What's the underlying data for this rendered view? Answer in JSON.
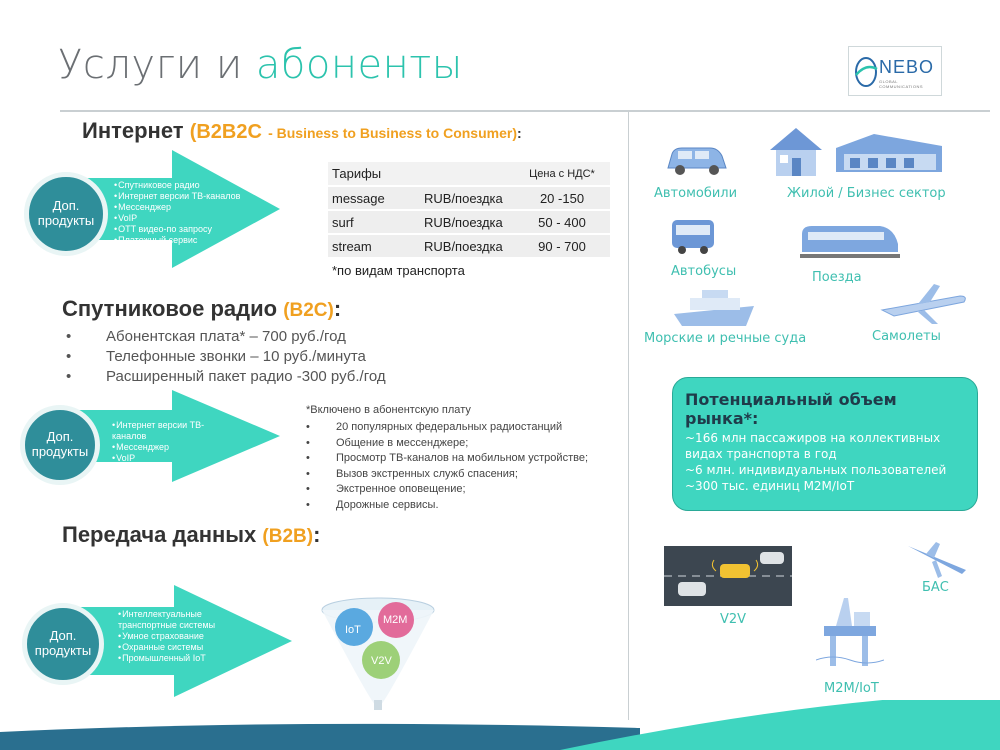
{
  "header": {
    "title_main": "Услуги и",
    "title_accent": "абоненты",
    "logo_text": "NEBO",
    "logo_sub": "GLOBAL COMMUNICATIONS"
  },
  "internet": {
    "title": "Интернет",
    "paren_open": "(",
    "tag": "B2B2C",
    "tag_desc": "- Business to Business to Consumer)",
    "colon": ":",
    "circle": "Доп. продукты",
    "products": [
      "Спутниковое радио",
      "Интернет версии ТВ-каналов",
      "Мессенджер",
      "VoIP",
      "OTT видео-по запросу",
      "Платежный сервис"
    ],
    "table": {
      "headers": [
        "Тарифы",
        "",
        "Цена с НДС*"
      ],
      "rows": [
        [
          "message",
          "RUB/поездка",
          "20 -150"
        ],
        [
          "surf",
          "RUB/поездка",
          "50 - 400"
        ],
        [
          "stream",
          "RUB/поездка",
          "90 - 700"
        ]
      ],
      "note": "*по видам транспорта"
    }
  },
  "radio": {
    "title": "Спутниковое радио",
    "tag": "(B2C)",
    "colon": ":",
    "bullets": [
      "Абонентская плата* – 700 руб./год",
      "Телефонные звонки – 10 руб./минута",
      "Расширенный пакет радио -300 руб./год"
    ],
    "circle": "Доп. продукты",
    "products": [
      "Интернет версии ТВ-каналов",
      "Мессенджер",
      "VoIP"
    ],
    "note": "*Включено в абонентскую плату",
    "included": [
      "20 популярных федеральных радиостанций",
      "Общение в мессенджере;",
      "Просмотр ТВ-каналов на мобильном устройстве;",
      "Вызов экстренных служб спасения;",
      "Экстренное оповещение;",
      "Дорожные сервисы."
    ]
  },
  "data": {
    "title": "Передача данных",
    "tag": "(B2B)",
    "colon": ":",
    "circle": "Доп. продукты",
    "products": [
      "Интеллектуальные транспортные системы",
      "Умное страхование",
      "Охранные системы",
      "Промышленный IoT"
    ],
    "funnel": [
      "IoT",
      "M2M",
      "V2V"
    ]
  },
  "transport": {
    "labels": [
      "Автомобили",
      "Жилой / Бизнес сектор",
      "Автобусы",
      "Поезда",
      "Морские и речные суда",
      "Самолеты"
    ]
  },
  "market": {
    "title": "Потенциальный объем рынка*:",
    "lines": [
      "~166 млн пассажиров на коллективных видах транспорта в год",
      "~6 млн. индивидуальных пользователей",
      "~300 тыс. единиц M2M/IoT"
    ]
  },
  "bottom": {
    "labels": [
      "V2V",
      "БАС",
      "M2M/IoT"
    ]
  },
  "colors": {
    "accent": "#2cc3ad",
    "arrow": "#3fd6c0",
    "circle": "#2f8e9a",
    "orange": "#f0a020"
  }
}
